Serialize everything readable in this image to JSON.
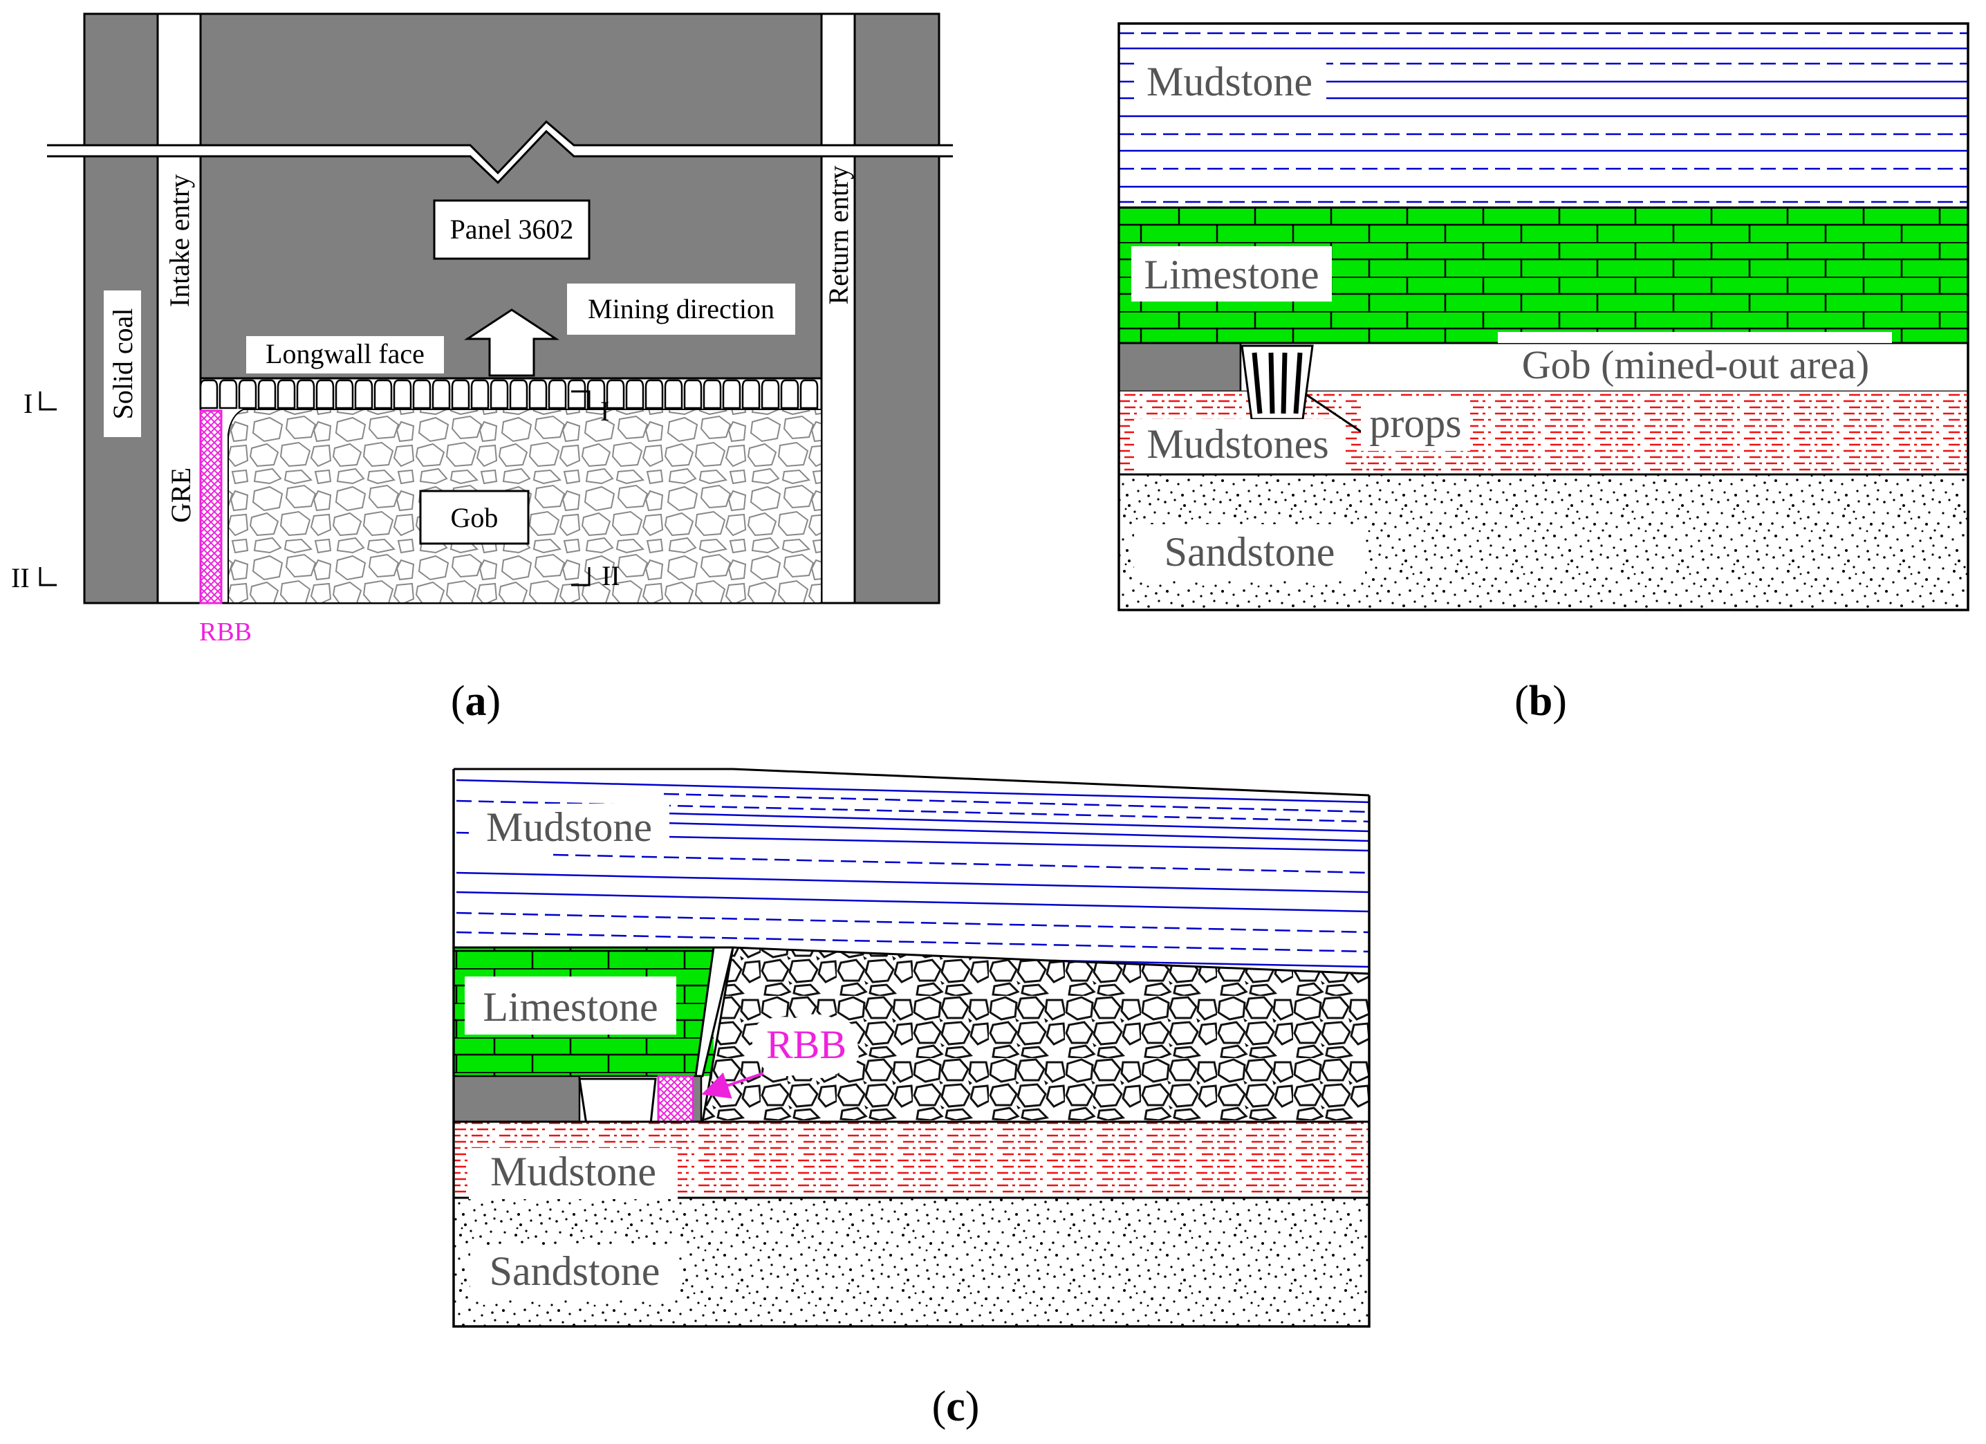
{
  "panel_a": {
    "caption": "(a)",
    "caption_letter": "a",
    "labels": {
      "intake_entry": "Intake entry",
      "return_entry": "Return entry",
      "solid_coal": "Solid coal",
      "panel": "Panel 3602",
      "mining_direction": "Mining direction",
      "longwall_face": "Longwall face",
      "gob": "Gob",
      "gre": "GRE",
      "rbb": "RBB",
      "section_1_left": "I",
      "section_1_right": "I",
      "section_2_left": "II",
      "section_2_right": "II"
    }
  },
  "panel_b": {
    "caption": "(b)",
    "caption_letter": "b",
    "labels": {
      "mudstone": "Mudstone",
      "limestone": "Limestone",
      "gob": "Gob (mined-out area)",
      "mudstones": "Mudstones",
      "props": "props",
      "sandstone": "Sandstone"
    }
  },
  "panel_c": {
    "caption": "(c)",
    "caption_letter": "c",
    "labels": {
      "mudstone_top": "Mudstone",
      "limestone": "Limestone",
      "rbb": "RBB",
      "mudstone_floor": "Mudstone",
      "sandstone": "Sandstone"
    }
  },
  "colors": {
    "coal": "#808080",
    "limestone": "#00e600",
    "mudstone_roof": "#0000cc",
    "mudstone_floor": "#ee1111",
    "rbb": "#ee22dd",
    "label_text": "#555555"
  }
}
